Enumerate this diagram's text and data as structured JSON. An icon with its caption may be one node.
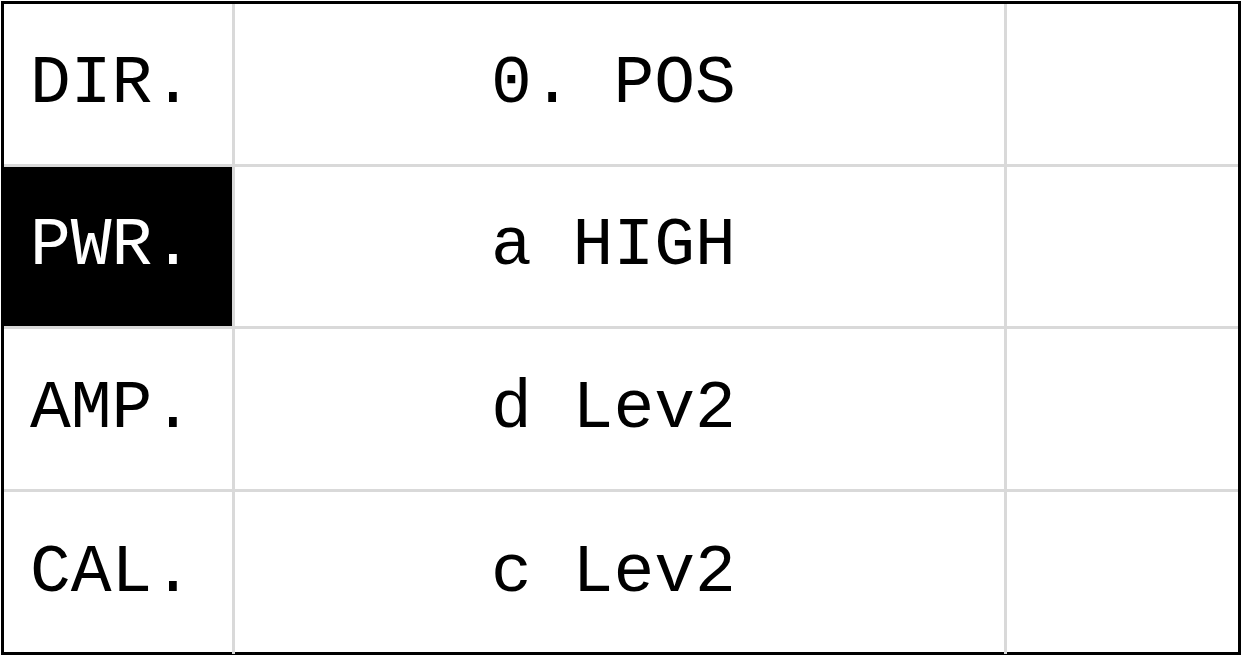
{
  "diagram": {
    "labels": [
      "DIR.",
      "0. POS",
      "PWR.",
      "a HIGH",
      "AMP.",
      "d Lev2",
      "CAL.",
      "c Lev2"
    ]
  }
}
